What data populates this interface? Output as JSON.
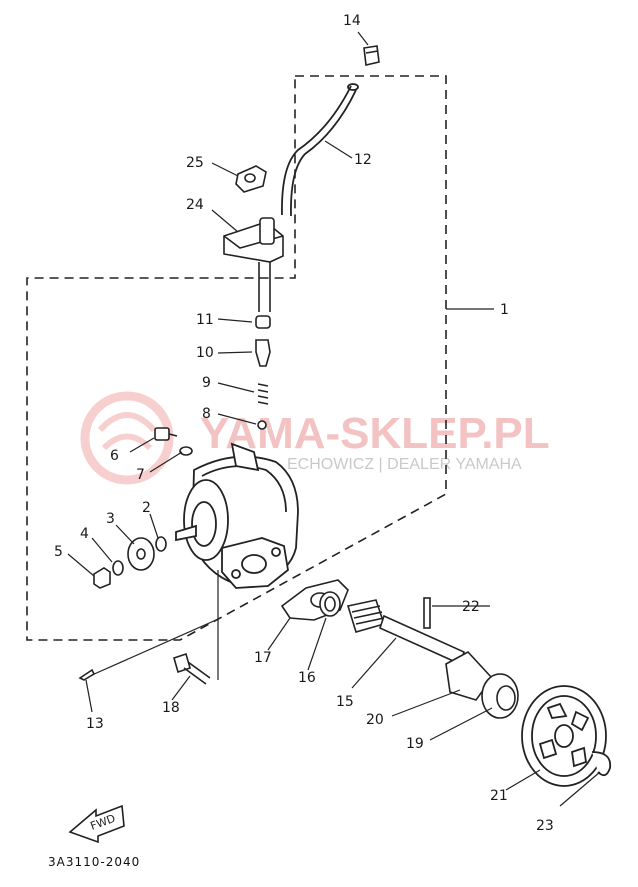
{
  "callouts": [
    {
      "id": "p14",
      "text": "14"
    },
    {
      "id": "p12",
      "text": "12"
    },
    {
      "id": "p25",
      "text": "25"
    },
    {
      "id": "p24",
      "text": "24"
    },
    {
      "id": "p1",
      "text": "1"
    },
    {
      "id": "p11",
      "text": "11"
    },
    {
      "id": "p10",
      "text": "10"
    },
    {
      "id": "p9",
      "text": "9"
    },
    {
      "id": "p8",
      "text": "8"
    },
    {
      "id": "p6",
      "text": "6"
    },
    {
      "id": "p7",
      "text": "7"
    },
    {
      "id": "p2",
      "text": "2"
    },
    {
      "id": "p3",
      "text": "3"
    },
    {
      "id": "p4",
      "text": "4"
    },
    {
      "id": "p5",
      "text": "5"
    },
    {
      "id": "p22",
      "text": "22"
    },
    {
      "id": "p17",
      "text": "17"
    },
    {
      "id": "p16",
      "text": "16"
    },
    {
      "id": "p15",
      "text": "15"
    },
    {
      "id": "p20",
      "text": "20"
    },
    {
      "id": "p19",
      "text": "19"
    },
    {
      "id": "p13",
      "text": "13"
    },
    {
      "id": "p18",
      "text": "18"
    },
    {
      "id": "p21",
      "text": "21"
    },
    {
      "id": "p23",
      "text": "23"
    }
  ],
  "watermark": {
    "title": "YAMA-SKLEP.PL",
    "subtitle": "ECHOWICZ | DEALER YAMAHA"
  },
  "fwd_label": "FWD",
  "diagram_code": "3A3110-2040"
}
